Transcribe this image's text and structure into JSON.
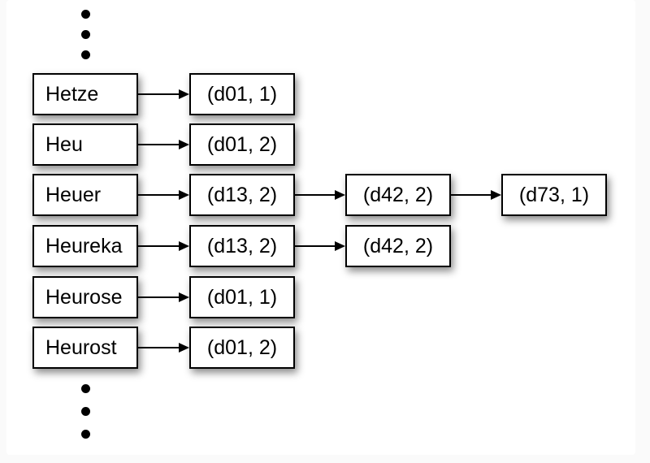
{
  "colors": {
    "page_background": "#fafafa",
    "panel_background": "#ffffff",
    "box_fill": "#ffffff",
    "box_border": "#000000",
    "text": "#000000",
    "arrow": "#000000",
    "shadow": "rgba(0,0,0,0.45)"
  },
  "icons": {
    "top_ellipsis": "vertical-ellipsis-dots",
    "bottom_ellipsis": "vertical-ellipsis-dots"
  },
  "rows": [
    {
      "term": "Hetze",
      "postings": [
        "(d01, 1)"
      ]
    },
    {
      "term": "Heu",
      "postings": [
        "(d01, 2)"
      ]
    },
    {
      "term": "Heuer",
      "postings": [
        "(d13, 2)",
        "(d42, 2)",
        "(d73, 1)"
      ]
    },
    {
      "term": "Heureka",
      "postings": [
        "(d13, 2)",
        "(d42, 2)"
      ]
    },
    {
      "term": "Heurose",
      "postings": [
        "(d01, 1)"
      ]
    },
    {
      "term": "Heurost",
      "postings": [
        "(d01, 2)"
      ]
    }
  ]
}
